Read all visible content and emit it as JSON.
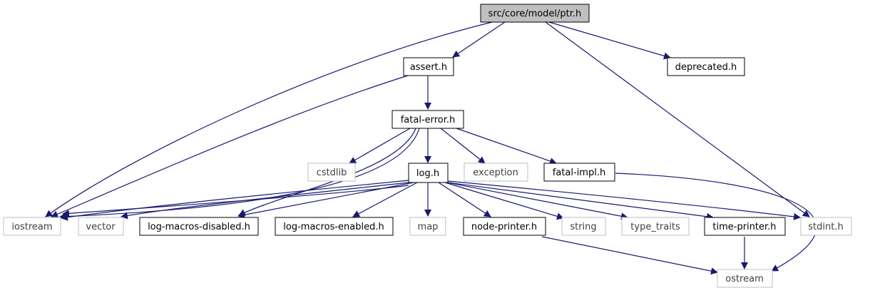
{
  "colors": {
    "edge": "#191970",
    "root_fill": "#bfbfbf",
    "documented_border": "#000000",
    "undocumented_border": "#bfbfbf",
    "undocumented_text": "#3f3f3f",
    "text": "#000000"
  },
  "nodes": {
    "ptr_h": "src/core/model/ptr.h",
    "assert_h": "assert.h",
    "deprecated_h": "deprecated.h",
    "fatal_error_h": "fatal-error.h",
    "cstdlib": "cstdlib",
    "log_h": "log.h",
    "exception": "exception",
    "fatal_impl_h": "fatal-impl.h",
    "iostream": "iostream",
    "vector": "vector",
    "log_macros_disabled_h": "log-macros-disabled.h",
    "log_macros_enabled_h": "log-macros-enabled.h",
    "map": "map",
    "node_printer_h": "node-printer.h",
    "string": "string",
    "type_traits": "type_traits",
    "time_printer_h": "time-printer.h",
    "stdint_h": "stdint.h",
    "ostream": "ostream"
  }
}
